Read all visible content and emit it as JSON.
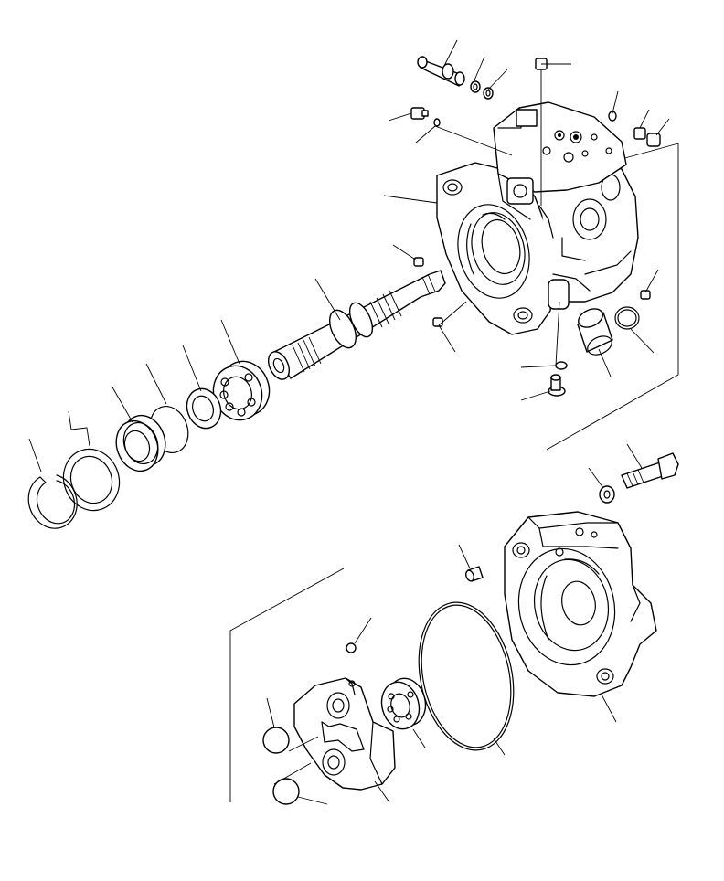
{
  "figure": {
    "type": "exploded-parts-diagram",
    "line_color": "#000000",
    "background": "#ffffff",
    "parts": [
      {
        "id": "pump-case",
        "icon": "pump-case-icon"
      },
      {
        "id": "control-valve-block",
        "icon": "valve-block-icon"
      },
      {
        "id": "drive-shaft",
        "icon": "shaft-icon"
      },
      {
        "id": "roller-bearing-large",
        "icon": "bearing-icon"
      },
      {
        "id": "spacer-ring",
        "icon": "ring-icon"
      },
      {
        "id": "oil-seal",
        "icon": "seal-icon"
      },
      {
        "id": "o-ring-seal",
        "icon": "o-ring-icon"
      },
      {
        "id": "retaining-ring",
        "icon": "ring-icon"
      },
      {
        "id": "snap-ring",
        "icon": "snap-ring-icon"
      },
      {
        "id": "end-cap-bolt",
        "icon": "bolt-icon"
      },
      {
        "id": "washer",
        "icon": "washer-icon"
      },
      {
        "id": "end-cap",
        "icon": "end-cap-icon"
      },
      {
        "id": "dowel-pin",
        "icon": "pin-icon"
      },
      {
        "id": "large-o-ring",
        "icon": "o-ring-icon"
      },
      {
        "id": "roller-bearing-small",
        "icon": "bearing-icon"
      },
      {
        "id": "valve-plate",
        "icon": "valve-plate-icon"
      },
      {
        "id": "ball-plug-1",
        "icon": "ball-icon"
      },
      {
        "id": "ball-plug-2",
        "icon": "ball-icon"
      },
      {
        "id": "ball-plug-3",
        "icon": "ball-icon"
      },
      {
        "id": "sleeve",
        "icon": "sleeve-icon"
      },
      {
        "id": "plug-screw",
        "icon": "plug-icon"
      },
      {
        "id": "orifice-plug",
        "icon": "plug-icon"
      },
      {
        "id": "spool",
        "icon": "spool-icon"
      }
    ]
  }
}
